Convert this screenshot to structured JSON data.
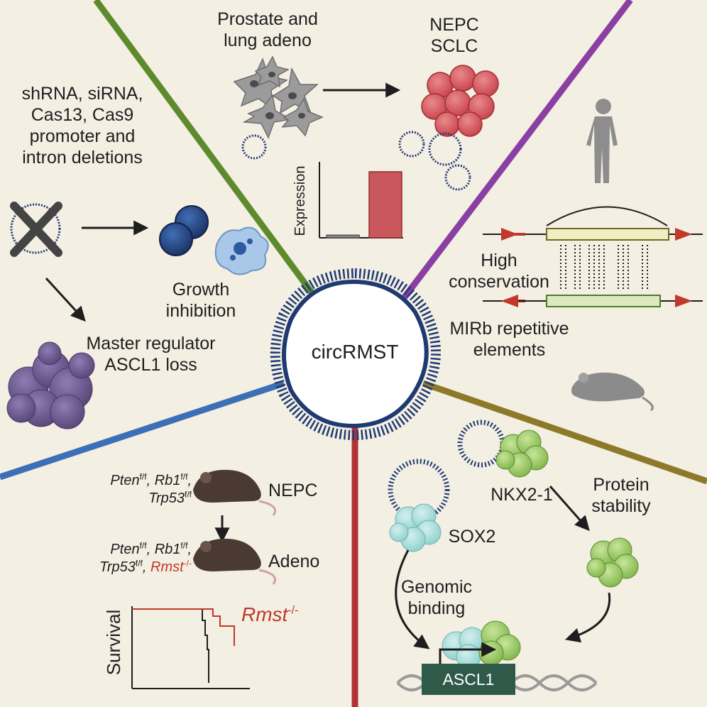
{
  "center": {
    "label": "circRMST"
  },
  "top": {
    "left_label": "Prostate and\nlung adeno",
    "right_label_1": "NEPC",
    "right_label_2": "SCLC",
    "expression_axis": "Expression"
  },
  "left": {
    "methods": "shRNA, siRNA,\nCas13, Cas9\npromoter and\nintron deletions",
    "growth": "Growth\ninhibition",
    "master": "Master regulator\nASCL1 loss"
  },
  "right": {
    "conservation": "High\nconservation",
    "mirb": "MIRb repetitive\nelements"
  },
  "bottom_left": {
    "geno1_a": "Pten",
    "geno1_b": "Rb1",
    "geno1_c": "Trp53",
    "ff": "f/f",
    "ko": "-/-",
    "rmst": "Rmst",
    "nepc": "NEPC",
    "adeno": "Adeno",
    "survival_axis": "Survival",
    "survival_curve_label": "Rmst"
  },
  "bottom_right": {
    "nkx": "NKX2-1",
    "sox": "SOX2",
    "protein": "Protein\nstability",
    "genomic": "Genomic\nbinding",
    "ascl1": "ASCL1"
  },
  "colors": {
    "green": "#5e8a2e",
    "purple": "#8a3fa3",
    "olive": "#8c7a2a",
    "red": "#b03138",
    "blue": "#3c6fb5",
    "navy": "#1f3a73"
  },
  "chart_data": {
    "type": "bar",
    "categories": [
      "Prostate and lung adeno",
      "NEPC/SCLC"
    ],
    "values": [
      4,
      100
    ],
    "ylabel": "Expression",
    "ylim": [
      0,
      115
    ]
  }
}
